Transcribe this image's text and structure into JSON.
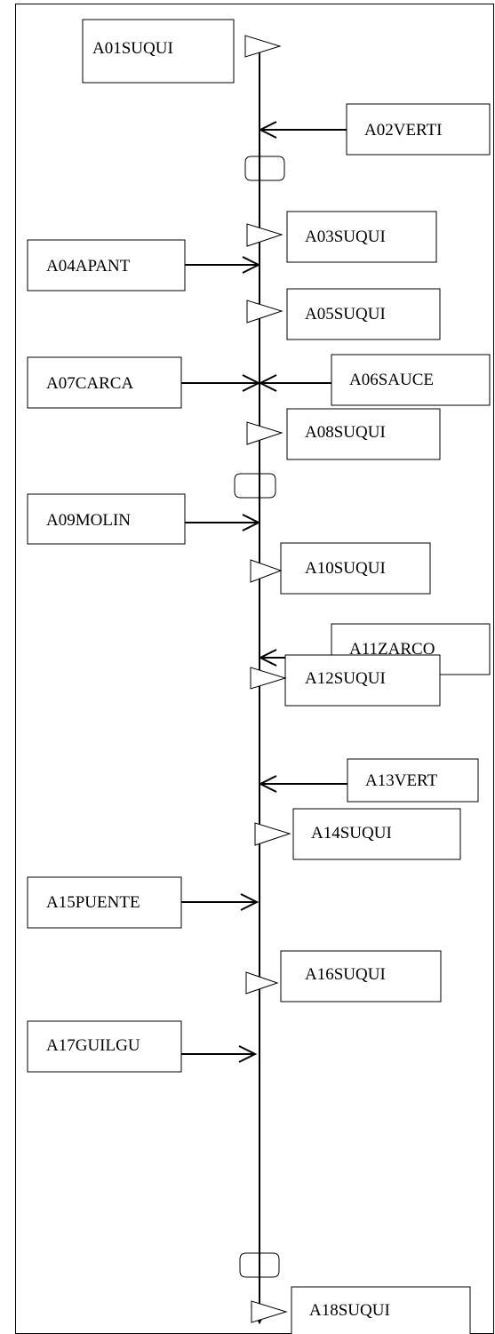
{
  "stations": [
    {
      "id": "A01SUQUI",
      "kind": "gauge"
    },
    {
      "id": "A02VERTI",
      "kind": "inflow-right"
    },
    {
      "id": "A03SUQUI",
      "kind": "gauge"
    },
    {
      "id": "A04APANT",
      "kind": "inflow-left"
    },
    {
      "id": "A05SUQUI",
      "kind": "gauge"
    },
    {
      "id": "A07CARCA",
      "kind": "inflow-left"
    },
    {
      "id": "A06SAUCE",
      "kind": "inflow-right"
    },
    {
      "id": "A08SUQUI",
      "kind": "gauge"
    },
    {
      "id": "A09MOLIN",
      "kind": "inflow-left"
    },
    {
      "id": "A10SUQUI",
      "kind": "gauge"
    },
    {
      "id": "A11ZARCO",
      "kind": "inflow-right"
    },
    {
      "id": "A12SUQUI",
      "kind": "gauge"
    },
    {
      "id": "A13VERT",
      "kind": "inflow-right"
    },
    {
      "id": "A14SUQUI",
      "kind": "gauge"
    },
    {
      "id": "A15PUENTE",
      "kind": "inflow-left"
    },
    {
      "id": "A16SUQUI",
      "kind": "gauge"
    },
    {
      "id": "A17GUILGU",
      "kind": "inflow-left"
    },
    {
      "id": "A18SUQUI",
      "kind": "gauge"
    }
  ]
}
